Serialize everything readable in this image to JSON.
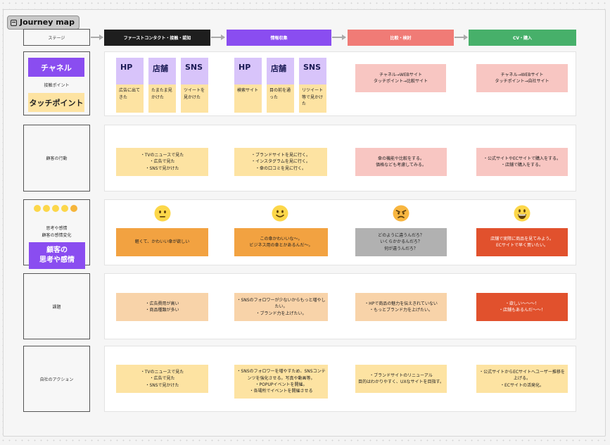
{
  "title": "Journey map",
  "colors": {
    "stage_awareness": "#1e1e1e",
    "stage_research": "#8a4df0",
    "stage_compare": "#f07b76",
    "stage_cv": "#47b06a",
    "lavender": "#d8c4fa",
    "yellow": "#fde3a2",
    "pink": "#f8c6c2",
    "peach": "#f8d3a9",
    "orange": "#f2a241",
    "gray": "#b1b1b1",
    "red": "#e1512d",
    "purple": "#8a4df0"
  },
  "stage_label": "ステージ",
  "stages": [
    "ファーストコンタクト・接触・認知",
    "情報収集",
    "比較・検討",
    "CV・購入"
  ],
  "rows": {
    "channel": {
      "tag": "チャネル",
      "sub": "接触ポイント",
      "tag2": "タッチポイント",
      "stage1": {
        "channels": [
          "HP",
          "店舗",
          "SNS"
        ],
        "points": [
          "広告に出てきた",
          "たまたま見かけた",
          "ツイートを見かけた"
        ]
      },
      "stage2": {
        "channels": [
          "HP",
          "店舗",
          "SNS"
        ],
        "points": [
          "検索サイト",
          "目の前を通った",
          "リツイート等で見かけた"
        ]
      },
      "stage3": "チャネル→WEBサイト\nタッチポイント→比較サイト",
      "stage4": "チャネル→WEBサイト\nタッチポイント→自社サイト"
    },
    "behavior": {
      "label": "顧客の行動",
      "notes": [
        "・TVのニュースで見た\n・広告で見た\n・SNSで見かけた",
        "・ブランドサイトを見に行く。\n・インスタグラムを見に行く。\n・傘の口コミを見に行く。",
        "傘の機能や比較をする。\n価格なども考慮してみる。",
        "・公式サイトやECサイトで購入をする。\n・店舗で購入をする。"
      ]
    },
    "emotion": {
      "label": "思考や感情\n顧客の感情変化",
      "tag": "顧客の\n思考や感情",
      "faces": [
        "neutral-face-icon",
        "smiling-face-icon",
        "angry-face-icon",
        "grinning-face-icon"
      ],
      "notes": [
        "軽くて、かわいい傘が欲しい",
        "この傘かわいいな〜。\nビジネス用の傘とかあるんだ〜。",
        "どのように違うんだろ？\nいくらかかるんだろ？\n何が違うんだろ？",
        "店舗で実際に商品を見てみよう。\nECサイトで早く買いたい。"
      ]
    },
    "issues": {
      "label": "課題",
      "notes": [
        "・広告費用が高い\n・商品種類が多い",
        "・SNSのフォロワーが少ないからもっと増やしたい。\n・ブランド力を上げたい。",
        "・HPで商品の魅力を伝えきれていない\n・もっとブランド力を上げたい。",
        "・欲しい〜〜〜！\n・店舗もあるんだ〜〜！"
      ]
    },
    "actions": {
      "label": "自社のアクション",
      "notes": [
        "・TVのニュースで見た\n・広告で見た\n・SNSで見かけた",
        "・SNSのフォロワーを増やすため、SNSコンテンツを強化させる。写真や動画等。\n・POPUPイベントを開催。\n・各場所でイベントを開催させる",
        "・ブランドサイトのリニューアル\n目的はわかりやすく、UXなサイトを目指す。",
        "・公式サイトからECサイトへユーザー推移を上げる。\n・ECサイトの活発化。"
      ]
    }
  }
}
